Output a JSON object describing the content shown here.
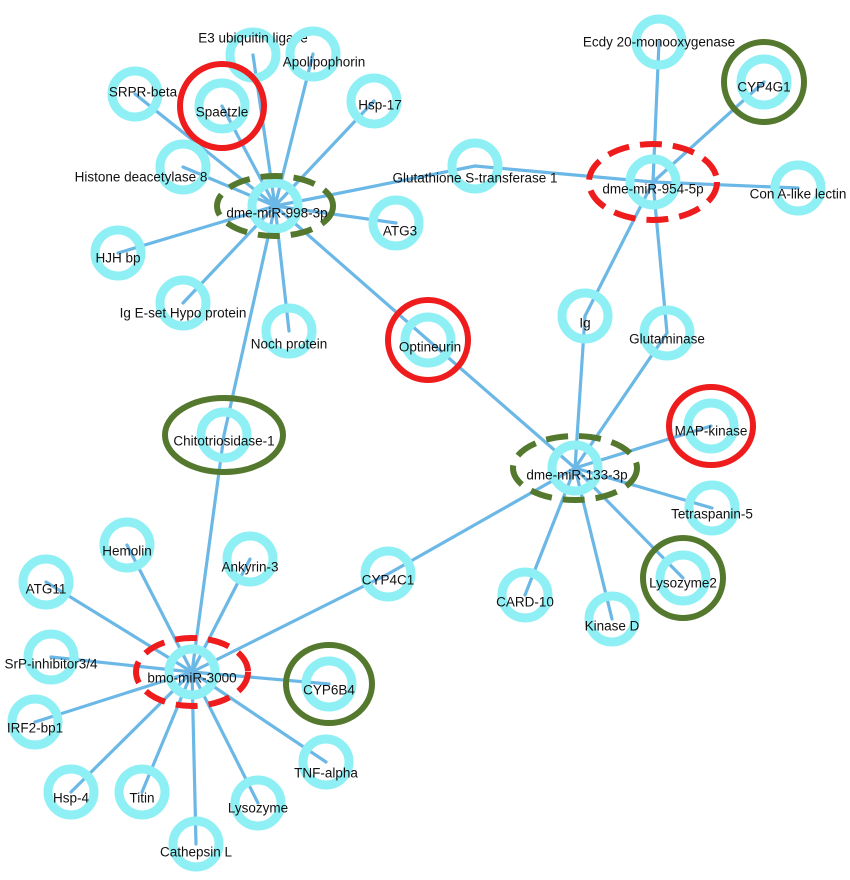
{
  "colors": {
    "edge": "#6bb8e6",
    "node_ring": "#8ef0f4",
    "highlight_red": "#ee1c1c",
    "highlight_green": "#54782d",
    "label": "#111111"
  },
  "nodes": [
    {
      "id": "mir998",
      "label": "dme-miR-998-3p",
      "highlight": "green",
      "dashed": true
    },
    {
      "id": "mir954",
      "label": "dme-miR-954-5p",
      "highlight": "red",
      "dashed": true
    },
    {
      "id": "mir133",
      "label": "dme-miR-133-3p",
      "highlight": "green",
      "dashed": true
    },
    {
      "id": "mir3000",
      "label": "bmo-miR-3000",
      "highlight": "red",
      "dashed": true
    },
    {
      "id": "e3",
      "label": "E3 ubiquitin ligase"
    },
    {
      "id": "apoli",
      "label": "Apolipophorin"
    },
    {
      "id": "srpr",
      "label": "SRPR-beta"
    },
    {
      "id": "spaetzle",
      "label": "Spaetzle",
      "highlight": "red"
    },
    {
      "id": "hsp17",
      "label": "Hsp-17"
    },
    {
      "id": "hdac8",
      "label": "Histone deacetylase 8"
    },
    {
      "id": "atg3",
      "label": "ATG3"
    },
    {
      "id": "hjh",
      "label": "HJH bp"
    },
    {
      "id": "ige",
      "label": "Ig E-set Hypo protein"
    },
    {
      "id": "noch",
      "label": "Noch protein"
    },
    {
      "id": "gst1",
      "label": "Glutathione S-transferase 1"
    },
    {
      "id": "optineurin",
      "label": "Optineurin",
      "highlight": "red"
    },
    {
      "id": "chito",
      "label": "Chitotriosidase-1",
      "highlight": "green"
    },
    {
      "id": "ecdy",
      "label": "Ecdy 20-monooxygenase"
    },
    {
      "id": "cyp4g1",
      "label": "CYP4G1",
      "highlight": "green"
    },
    {
      "id": "cona",
      "label": "Con A-like lectin"
    },
    {
      "id": "ig",
      "label": "Ig"
    },
    {
      "id": "glut",
      "label": "Glutaminase"
    },
    {
      "id": "mapk",
      "label": "MAP-kinase",
      "highlight": "red"
    },
    {
      "id": "tspan5",
      "label": "Tetraspanin-5"
    },
    {
      "id": "lyso2",
      "label": "Lysozyme2",
      "highlight": "green"
    },
    {
      "id": "card10",
      "label": "CARD-10"
    },
    {
      "id": "kinased",
      "label": "Kinase D"
    },
    {
      "id": "cyp4c1",
      "label": "CYP4C1"
    },
    {
      "id": "hemolin",
      "label": "Hemolin"
    },
    {
      "id": "ankyrin3",
      "label": "Ankyrin-3"
    },
    {
      "id": "atg11",
      "label": "ATG11"
    },
    {
      "id": "srp",
      "label": "SrP-inhibitor3/4"
    },
    {
      "id": "cyp6b4",
      "label": "CYP6B4",
      "highlight": "green"
    },
    {
      "id": "irf2",
      "label": "IRF2-bp1"
    },
    {
      "id": "tnf",
      "label": "TNF-alpha"
    },
    {
      "id": "hsp4",
      "label": "Hsp-4"
    },
    {
      "id": "titin",
      "label": "Titin"
    },
    {
      "id": "lysozyme",
      "label": "Lysozyme"
    },
    {
      "id": "cathepsin",
      "label": "Cathepsin L"
    }
  ],
  "edges": [
    [
      "mir998",
      "e3"
    ],
    [
      "mir998",
      "apoli"
    ],
    [
      "mir998",
      "srpr"
    ],
    [
      "mir998",
      "spaetzle"
    ],
    [
      "mir998",
      "hsp17"
    ],
    [
      "mir998",
      "hdac8"
    ],
    [
      "mir998",
      "atg3"
    ],
    [
      "mir998",
      "hjh"
    ],
    [
      "mir998",
      "ige"
    ],
    [
      "mir998",
      "noch"
    ],
    [
      "mir998",
      "chito"
    ],
    [
      "mir998",
      "optineurin"
    ],
    [
      "mir998",
      "gst1"
    ],
    [
      "gst1",
      "mir954"
    ],
    [
      "mir954",
      "ecdy"
    ],
    [
      "mir954",
      "cyp4g1"
    ],
    [
      "mir954",
      "cona"
    ],
    [
      "mir954",
      "ig"
    ],
    [
      "mir954",
      "glut"
    ],
    [
      "optineurin",
      "mir133"
    ],
    [
      "mir133",
      "ig"
    ],
    [
      "mir133",
      "glut"
    ],
    [
      "mir133",
      "mapk"
    ],
    [
      "mir133",
      "tspan5"
    ],
    [
      "mir133",
      "lyso2"
    ],
    [
      "mir133",
      "kinased"
    ],
    [
      "mir133",
      "card10"
    ],
    [
      "mir133",
      "cyp4c1"
    ],
    [
      "cyp4c1",
      "mir3000"
    ],
    [
      "chito",
      "mir3000"
    ],
    [
      "mir3000",
      "hemolin"
    ],
    [
      "mir3000",
      "ankyrin3"
    ],
    [
      "mir3000",
      "atg11"
    ],
    [
      "mir3000",
      "srp"
    ],
    [
      "mir3000",
      "cyp6b4"
    ],
    [
      "mir3000",
      "irf2"
    ],
    [
      "mir3000",
      "tnf"
    ],
    [
      "mir3000",
      "hsp4"
    ],
    [
      "mir3000",
      "titin"
    ],
    [
      "mir3000",
      "lysozyme"
    ],
    [
      "mir3000",
      "cathepsin"
    ]
  ]
}
